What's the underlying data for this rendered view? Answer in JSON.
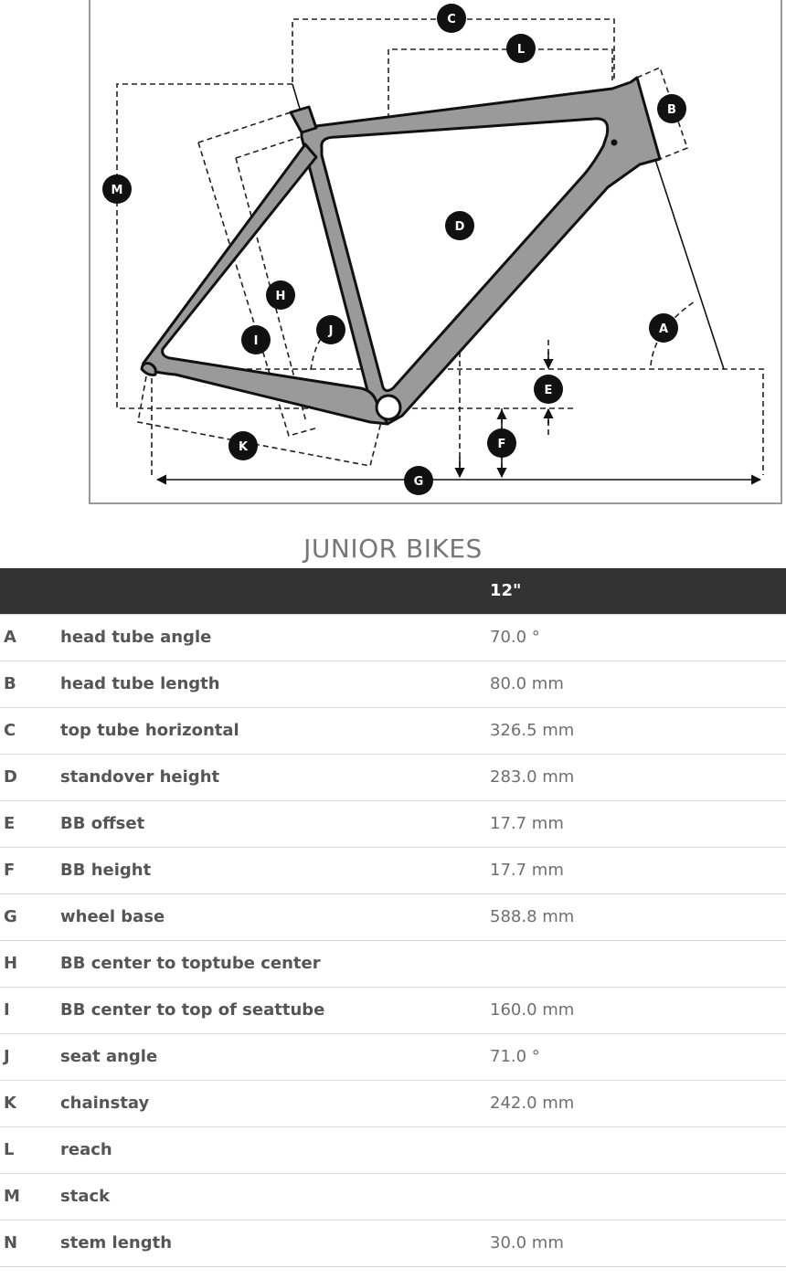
{
  "page": {
    "heading": "JUNIOR BIKES"
  },
  "diagram": {
    "labels": [
      {
        "id": "A",
        "text": "A"
      },
      {
        "id": "B",
        "text": "B"
      },
      {
        "id": "C",
        "text": "C"
      },
      {
        "id": "D",
        "text": "D"
      },
      {
        "id": "E",
        "text": "E"
      },
      {
        "id": "F",
        "text": "F"
      },
      {
        "id": "G",
        "text": "G"
      },
      {
        "id": "H",
        "text": "H"
      },
      {
        "id": "I",
        "text": "I"
      },
      {
        "id": "J",
        "text": "J"
      },
      {
        "id": "K",
        "text": "K"
      },
      {
        "id": "L",
        "text": "L"
      },
      {
        "id": "M",
        "text": "M"
      }
    ]
  },
  "table": {
    "header": {
      "size": "12\""
    },
    "rows": [
      {
        "letter": "A",
        "name": "head tube angle",
        "value": "70.0 °"
      },
      {
        "letter": "B",
        "name": "head tube length",
        "value": "80.0 mm"
      },
      {
        "letter": "C",
        "name": "top tube horizontal",
        "value": "326.5 mm"
      },
      {
        "letter": "D",
        "name": "standover height",
        "value": "283.0 mm"
      },
      {
        "letter": "E",
        "name": "BB offset",
        "value": "17.7 mm"
      },
      {
        "letter": "F",
        "name": "BB height",
        "value": "17.7 mm"
      },
      {
        "letter": "G",
        "name": "wheel base",
        "value": "588.8 mm"
      },
      {
        "letter": "H",
        "name": "BB center to toptube center",
        "value": ""
      },
      {
        "letter": "I",
        "name": "BB center to top of seattube",
        "value": "160.0 mm"
      },
      {
        "letter": "J",
        "name": "seat angle",
        "value": "71.0 °"
      },
      {
        "letter": "K",
        "name": "chainstay",
        "value": "242.0 mm"
      },
      {
        "letter": "L",
        "name": "reach",
        "value": ""
      },
      {
        "letter": "M",
        "name": "stack",
        "value": ""
      },
      {
        "letter": "N",
        "name": "stem length",
        "value": "30.0 mm"
      }
    ]
  }
}
